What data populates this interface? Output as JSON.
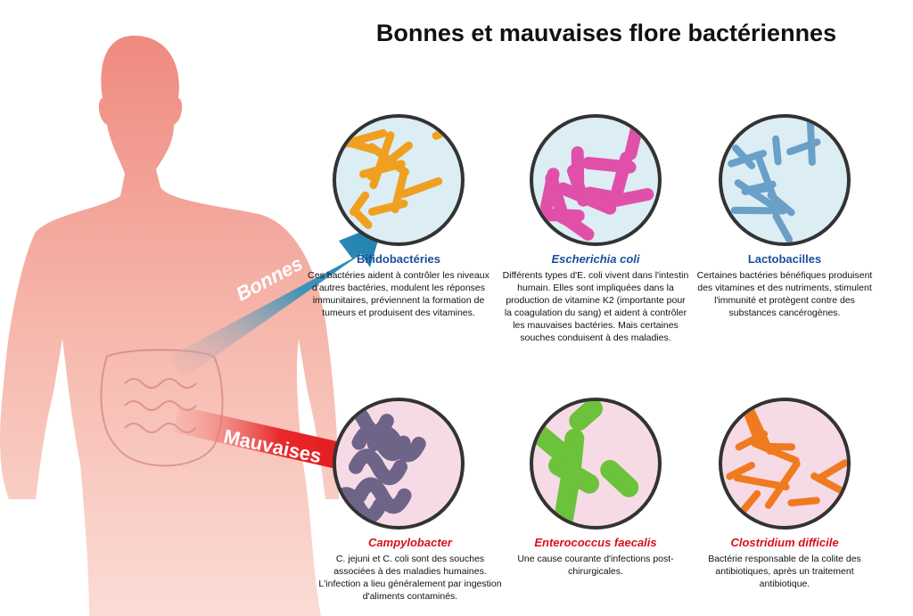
{
  "title": "Bonnes et mauvaises flore bactériennes",
  "arrows": {
    "good": "Bonnes",
    "bad": "Mauvaises"
  },
  "colors": {
    "good_heading": "#1a4f9c",
    "bad_heading": "#d8101a",
    "good_bg": "#dcedf4",
    "bad_bg": "#f6dbe6"
  },
  "good": [
    {
      "name": "Bifidobactéries",
      "text": "Ces bactéries aident à contrôler les niveaux d'autres bactéries, modulent les réponses immunitaires, préviennent la formation de tumeurs et produisent des vitamines."
    },
    {
      "name": "Escherichia coli",
      "text": "Différents types d'E. coli vivent dans l'intestin humain. Elles sont impliquées dans la production de vitamine K2 (importante pour la coagulation du sang) et aident à contrôler les mauvaises bactéries. Mais certaines souches conduisent à des maladies."
    },
    {
      "name": "Lactobacilles",
      "text": "Certaines bactéries bénéfiques produisent des vitamines et des nutriments, stimulent l'immunité et protègent contre des substances cancérogènes."
    }
  ],
  "bad": [
    {
      "name": "Campylobacter",
      "text": "C. jejuni et C. coli sont des souches associées à des maladies humaines. L'infection a lieu généralement par ingestion d'aliments contaminés."
    },
    {
      "name": "Enterococcus faecalis",
      "text": "Une cause courante d'infections post-chirurgicales."
    },
    {
      "name": "Clostridium difficile",
      "text": "Bactérie responsable de la colite des antibiotiques, après un traitement antibiotique."
    }
  ]
}
